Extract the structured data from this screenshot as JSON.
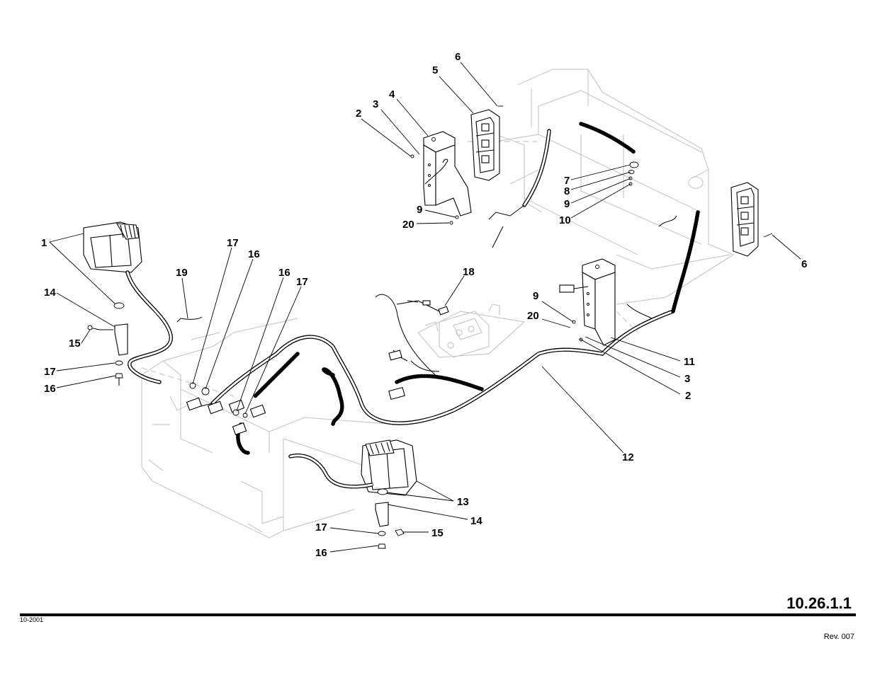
{
  "page": {
    "number": "10.26.1.1",
    "date_code": "10-2001",
    "revision": "Rev. 007"
  },
  "callouts": {
    "c1": "1",
    "c2a": "2",
    "c2b": "2",
    "c3a": "3",
    "c3b": "3",
    "c4": "4",
    "c5": "5",
    "c6a": "6",
    "c6b": "6",
    "c7": "7",
    "c8": "8",
    "c9a": "9",
    "c9b": "9",
    "c9c": "9",
    "c10": "10",
    "c11": "11",
    "c12": "12",
    "c13": "13",
    "c14a": "14",
    "c14b": "14",
    "c15a": "15",
    "c15b": "15",
    "c16a": "16",
    "c16b": "16",
    "c16c": "16",
    "c16d": "16",
    "c17a": "17",
    "c17b": "17",
    "c17c": "17",
    "c17d": "17",
    "c18": "18",
    "c19": "19",
    "c20a": "20",
    "c20b": "20"
  }
}
